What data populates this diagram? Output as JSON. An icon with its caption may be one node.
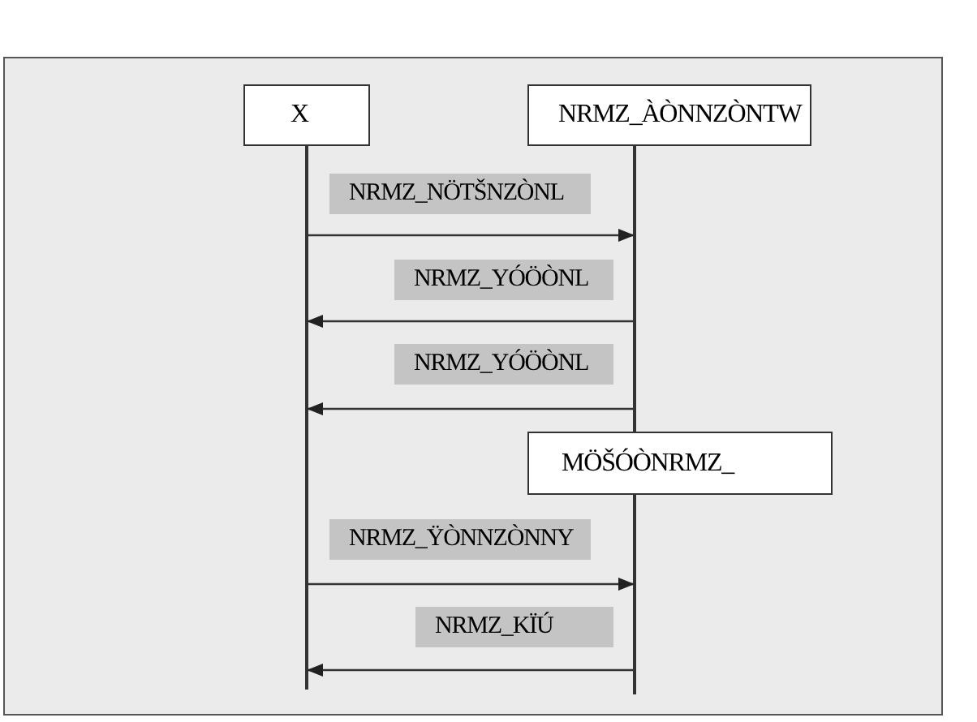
{
  "diagram": {
    "nodes": [
      {
        "text": [
          "X"
        ]
      },
      {
        "text": [
          "NRMZ_ÀÒNNZÒNTW"
        ]
      },
      {
        "text": [
          "MÖŠÓÒNRMZ_"
        ]
      }
    ],
    "edges": [
      {
        "from": 0,
        "to": 1,
        "arrow": "to",
        "label": "NRMZ_NÖTŠNZÒNL"
      },
      {
        "from": 1,
        "to": 0,
        "arrow": "to",
        "label": "NRMZ_YÓÖÒNL"
      },
      {
        "from": 1,
        "to": 0,
        "arrow": "to",
        "label": "NRMZ_YÓÖÒNL"
      },
      {
        "from": 0,
        "to": 2,
        "arrow": "to",
        "label": "NRMZ_ŸÒNNZÒNNY"
      },
      {
        "from": 2,
        "to": 0,
        "arrow": "to",
        "label": "NRMZ_KÏÚ"
      }
    ]
  }
}
